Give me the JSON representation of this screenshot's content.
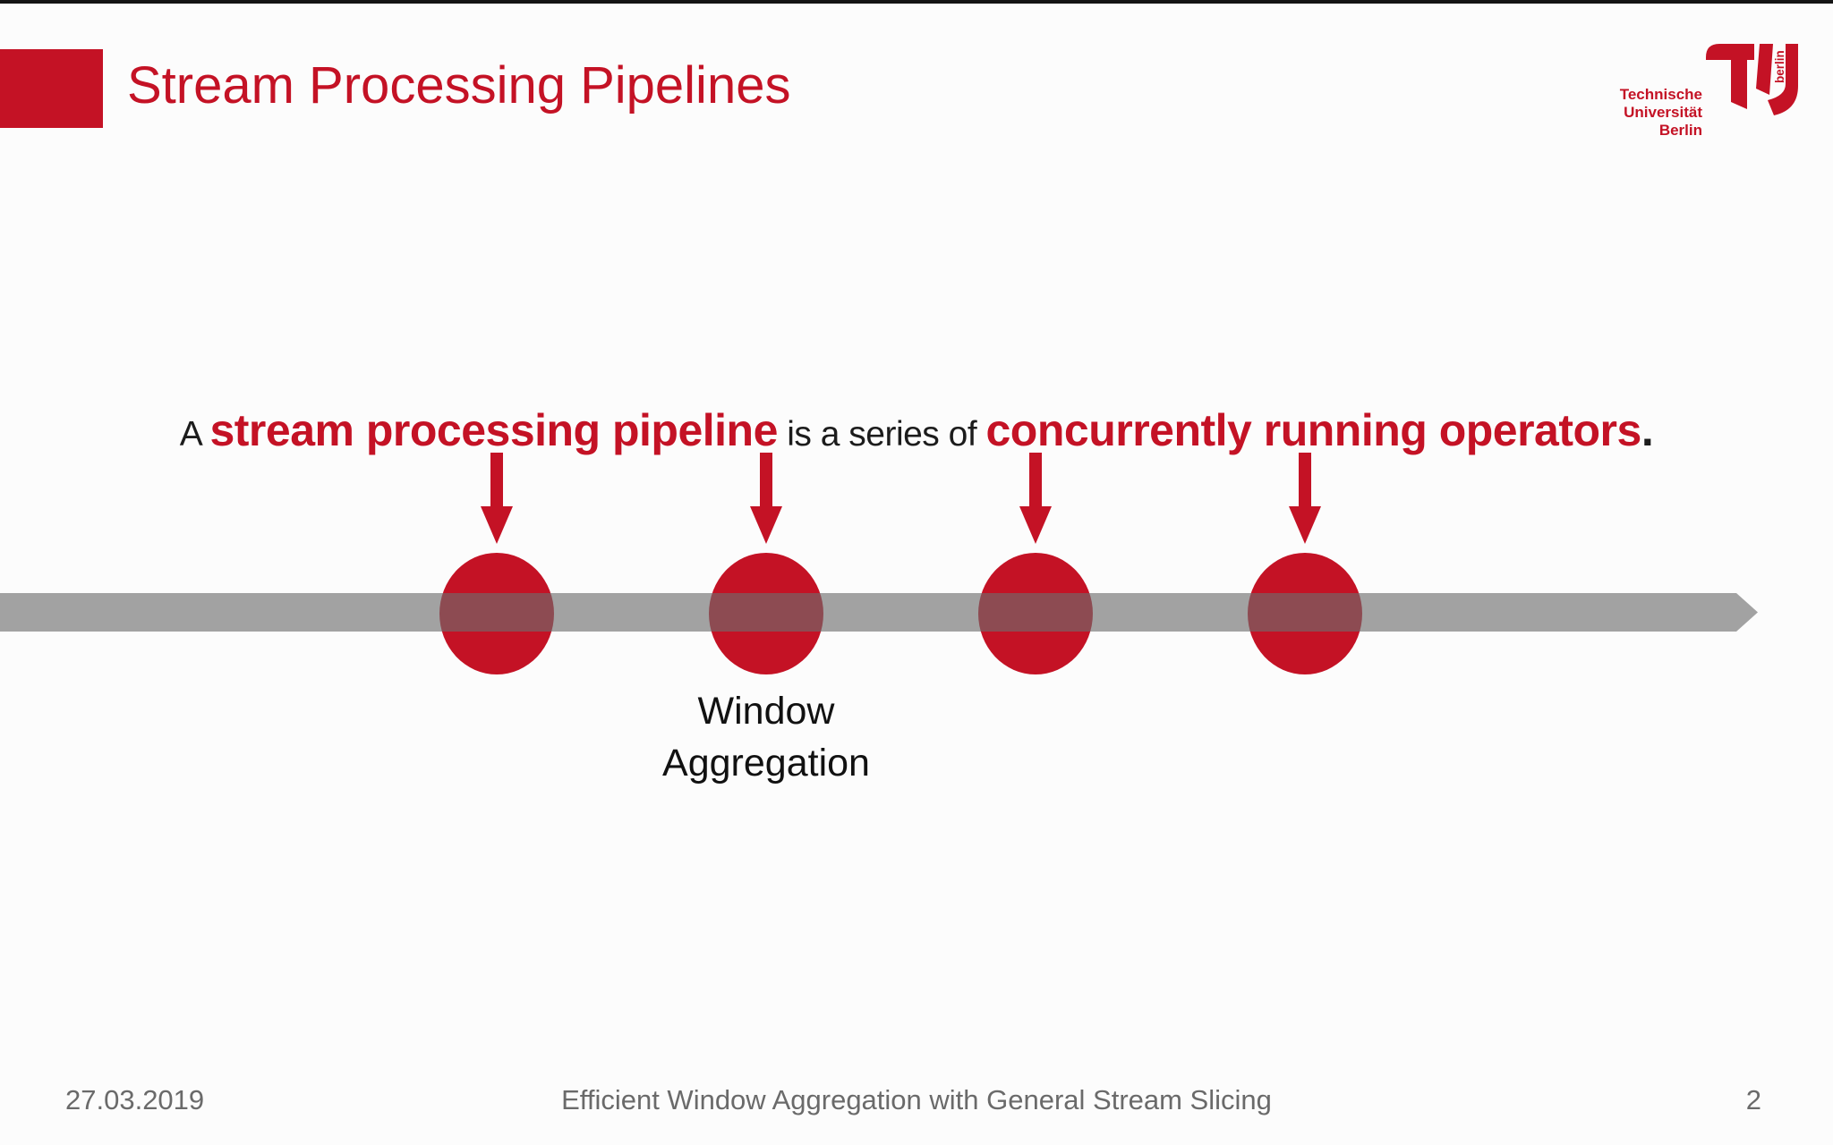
{
  "header": {
    "title": "Stream Processing Pipelines"
  },
  "logo": {
    "institution_line1": "Technische",
    "institution_line2": "Universität",
    "institution_line3": "Berlin",
    "mark_text": "berlin"
  },
  "sentence": {
    "prefix": "A ",
    "bold1": "stream processing pipeline",
    "middle": " is a series of ",
    "bold2": "concurrently running operators",
    "suffix": "."
  },
  "diagram": {
    "operator_centers_x": [
      555,
      856,
      1157,
      1458
    ],
    "labeled_operator_index": 1,
    "node_label_line1": "Window",
    "node_label_line2": "Aggregation"
  },
  "footer": {
    "date": "27.03.2019",
    "title": "Efficient Window Aggregation with General Stream Slicing",
    "page_number": "2"
  },
  "colors": {
    "accent_red": "#c41225",
    "axis_gray": "#a6a6a6",
    "footer_gray": "#6a6a6a",
    "text_black": "#1c1c1c"
  }
}
